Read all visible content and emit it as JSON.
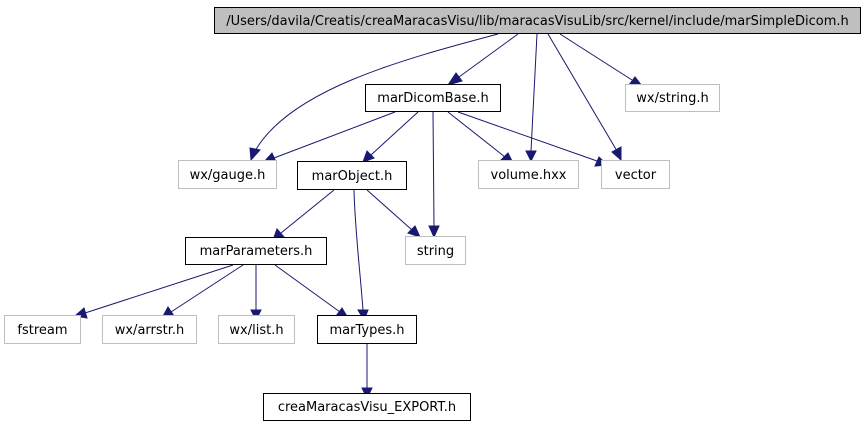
{
  "diagram": {
    "nodes": {
      "root": "/Users/davila/Creatis/creaMaracasVisu/lib/maracasVisuLib/src/kernel/include/marSimpleDicom.h",
      "marDicomBase": "marDicomBase.h",
      "wxString": "wx/string.h",
      "wxGauge": "wx/gauge.h",
      "marObject": "marObject.h",
      "volume": "volume.hxx",
      "vector": "vector",
      "string": "string",
      "marParameters": "marParameters.h",
      "fstream": "fstream",
      "wxArrstr": "wx/arrstr.h",
      "wxList": "wx/list.h",
      "marTypes": "marTypes.h",
      "export": "creaMaracasVisu_EXPORT.h"
    },
    "colors": {
      "root_fill": "#bfbfbf",
      "edge": "#191970",
      "external_border": "#bfbfbf"
    }
  }
}
